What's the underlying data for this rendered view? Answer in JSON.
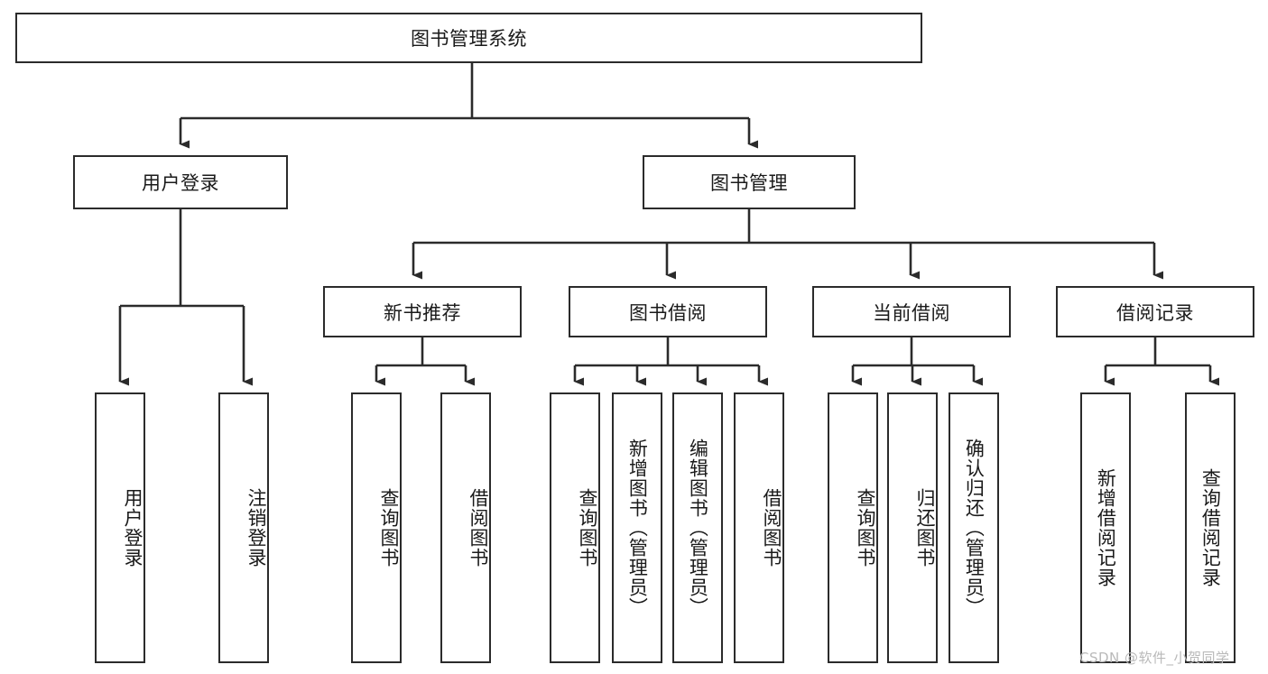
{
  "diagram": {
    "title": "图书管理系统",
    "type": "hierarchy-tree",
    "root": {
      "label": "图书管理系统"
    },
    "level2": [
      {
        "id": "user-login",
        "label": "用户登录"
      },
      {
        "id": "book-management",
        "label": "图书管理"
      }
    ],
    "level3": [
      {
        "id": "new-book-recommend",
        "label": "新书推荐",
        "parent": "book-management"
      },
      {
        "id": "book-borrow",
        "label": "图书借阅",
        "parent": "book-management"
      },
      {
        "id": "current-borrow",
        "label": "当前借阅",
        "parent": "book-management"
      },
      {
        "id": "borrow-record",
        "label": "借阅记录",
        "parent": "book-management"
      }
    ],
    "leaves": {
      "user-login": [
        {
          "id": "leaf-user-login",
          "label": "用户登录"
        },
        {
          "id": "leaf-logout",
          "label": "注销登录"
        }
      ],
      "new-book-recommend": [
        {
          "id": "leaf-query-book-1",
          "label": "查询图书"
        },
        {
          "id": "leaf-borrow-book-1",
          "label": "借阅图书"
        }
      ],
      "book-borrow": [
        {
          "id": "leaf-query-book-2",
          "label": "查询图书"
        },
        {
          "id": "leaf-add-book",
          "label": "新增图书（管理员）"
        },
        {
          "id": "leaf-edit-book",
          "label": "编辑图书（管理员）"
        },
        {
          "id": "leaf-borrow-book-2",
          "label": "借阅图书"
        }
      ],
      "current-borrow": [
        {
          "id": "leaf-query-book-3",
          "label": "查询图书"
        },
        {
          "id": "leaf-return-book",
          "label": "归还图书"
        },
        {
          "id": "leaf-confirm-return",
          "label": "确认归还（管理员）"
        }
      ],
      "borrow-record": [
        {
          "id": "leaf-add-record",
          "label": "新增借阅记录"
        },
        {
          "id": "leaf-query-record",
          "label": "查询借阅记录"
        }
      ]
    },
    "colors": {
      "stroke": "#2b2b2b",
      "fill": "#ffffff",
      "text": "#1a1a1a",
      "watermark": "#b9b9b9"
    }
  },
  "watermark": {
    "text": "CSDN @软件_小贺同学"
  }
}
